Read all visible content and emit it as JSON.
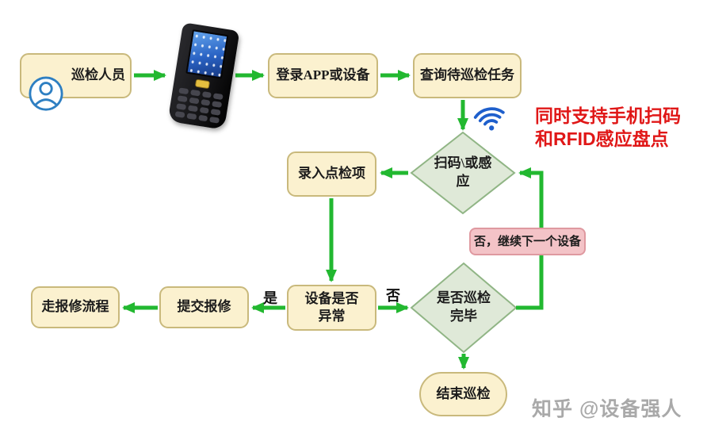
{
  "palette": {
    "box_fill": "#FBF1CF",
    "box_border": "#C9B97C",
    "diamond_fill": "#DFE9D8",
    "diamond_border": "#90B585",
    "pink_fill": "#F3C3C7",
    "pink_border": "#DF99A0",
    "arrow_green": "#22B830",
    "annotation_red": "#E01717",
    "wifi_blue": "#1E5FCC",
    "person_blue": "#2E7FC2",
    "watermark_gray": "#949494"
  },
  "nodes": {
    "inspector": {
      "label": "巡检人员"
    },
    "login": {
      "label": "登录APP或设备"
    },
    "query": {
      "label": "查询待巡检任务"
    },
    "scan": {
      "label": "扫码\\或感\n应"
    },
    "entry": {
      "label": "录入点检项"
    },
    "abnormal": {
      "label": "设备是否\n异常"
    },
    "submit": {
      "label": "提交报修"
    },
    "repair": {
      "label": "走报修流程"
    },
    "done": {
      "label": "是否巡检\n完毕"
    },
    "next_device": {
      "label": "否，继续下一个设备"
    },
    "end": {
      "label": "结束巡检"
    }
  },
  "edge_labels": {
    "yes": "是",
    "no": "否"
  },
  "annotation": {
    "text": "同时支持手机扫码\n和RFID感应盘点"
  },
  "watermark": "知乎 @设备强人",
  "icons": {
    "person": "person-circle-icon",
    "wifi": "wifi-icon",
    "device": "handheld-pda-image"
  }
}
